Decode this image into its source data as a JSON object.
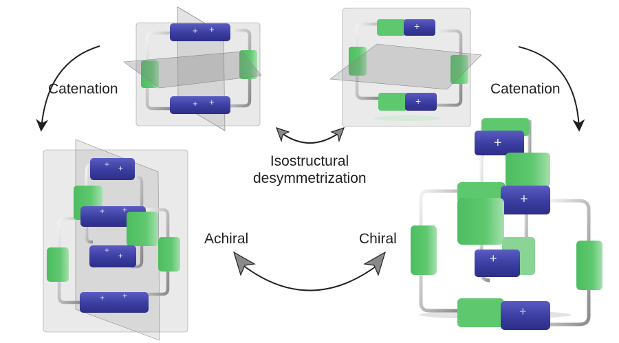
{
  "figure": {
    "labels": {
      "catenation_left": "Catenation",
      "catenation_right": "Catenation",
      "isostructural_line1": "Isostructural",
      "isostructural_line2": "desymmetrization",
      "achiral": "Achiral",
      "chiral": "Chiral"
    },
    "charge_symbol": "+",
    "colors": {
      "cation_unit": "#3d3fa3",
      "neutral_unit": "#4dbd5f",
      "linker": "#c8c8c8",
      "mirror_plane": "#9a9a9a",
      "arrow": "#231f20",
      "arrow_head_gray": "#8a8a8a",
      "text": "#231f20"
    },
    "structures": [
      {
        "id": "top-left",
        "description": "Tetracationic macrocycle with two mirror planes",
        "symmetry": "achiral"
      },
      {
        "id": "top-right",
        "description": "Desymmetrized dicationic macrocycle with one mirror plane",
        "symmetry": "achiral"
      },
      {
        "id": "bottom-left",
        "description": "Homo[2]catenane with mirror planes",
        "symmetry": "achiral"
      },
      {
        "id": "bottom-right",
        "description": "Topologically chiral [2]catenane",
        "symmetry": "chiral"
      }
    ]
  }
}
